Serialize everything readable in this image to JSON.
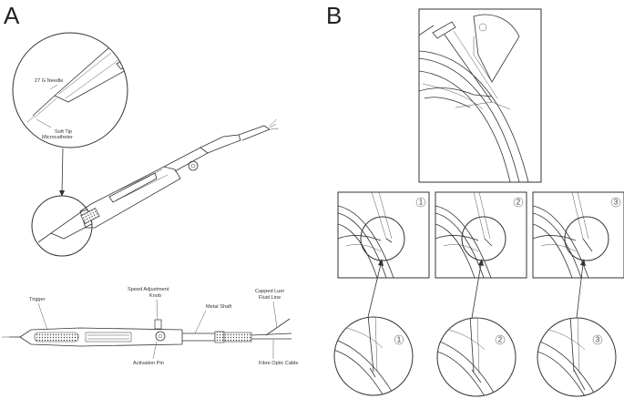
{
  "panels": {
    "a": {
      "letter": "A",
      "magnified_labels": {
        "needle": "27 G Needle",
        "microcatheter": "Soft Tip\nMicrocatheter"
      },
      "device_labels": {
        "trigger": "Trigger",
        "speed_knob": "Speed Adjustment\nKnob",
        "metal_shaft": "Metal Shaft",
        "luer": "Capped Luer\nFluid Line",
        "activation_pin": "Activation Pin",
        "fibre_optic": "Fibre Optic Cable"
      }
    },
    "b": {
      "letter": "B",
      "steps": [
        "1",
        "2",
        "3"
      ]
    }
  }
}
